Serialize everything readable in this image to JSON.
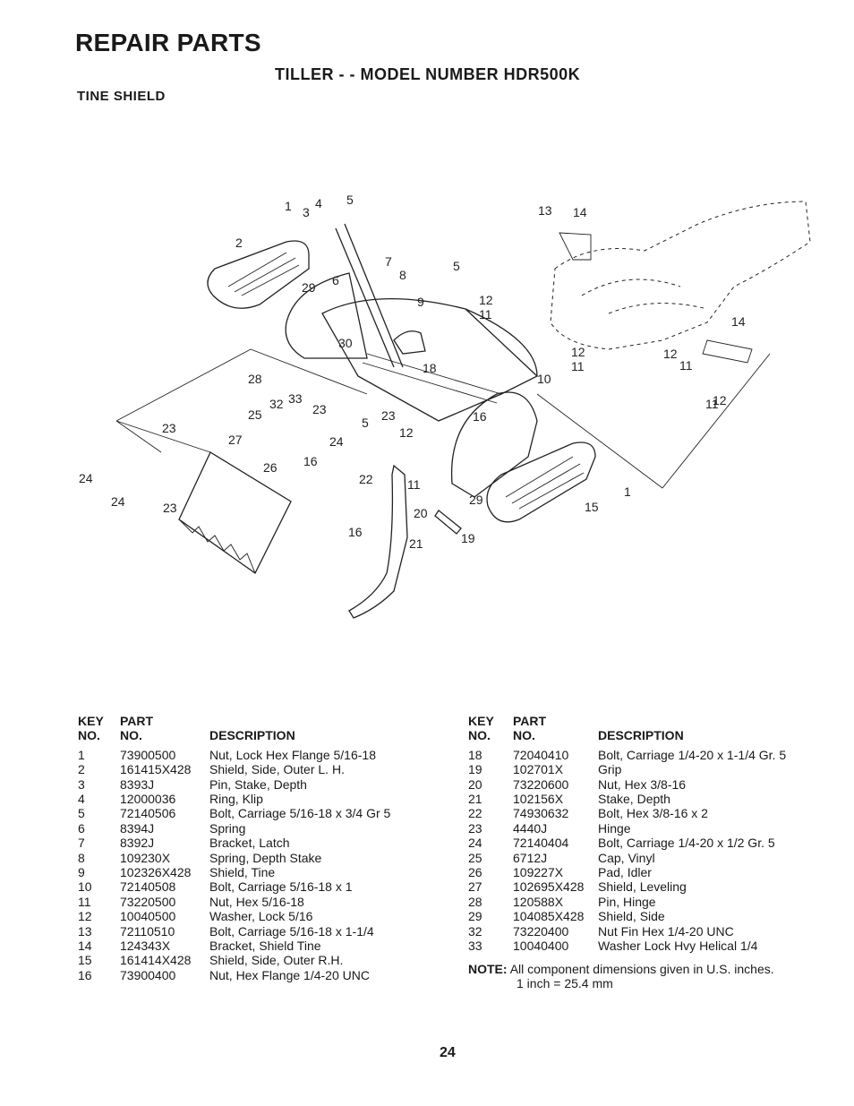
{
  "header": {
    "title": "REPAIR PARTS",
    "subtitle": "TILLER - - MODEL NUMBER HDR500K",
    "section": "TINE SHIELD"
  },
  "diagram": {
    "callouts": [
      "1",
      "2",
      "3",
      "4",
      "5",
      "6",
      "7",
      "8",
      "29",
      "5",
      "9",
      "13",
      "14",
      "12",
      "11",
      "14",
      "30",
      "18",
      "12",
      "11",
      "10",
      "12",
      "11",
      "28",
      "32",
      "33",
      "25",
      "23",
      "5",
      "23",
      "12",
      "16",
      "1",
      "11",
      "12",
      "27",
      "24",
      "23",
      "26",
      "16",
      "22",
      "11",
      "29",
      "15",
      "24",
      "24",
      "23",
      "20",
      "16",
      "21",
      "19"
    ]
  },
  "table_headers": {
    "key_line1": "KEY",
    "key_line2": "NO.",
    "part_line1": "PART",
    "part_line2": "NO.",
    "desc": "DESCRIPTION"
  },
  "parts_left": [
    {
      "key": "1",
      "part": "73900500",
      "desc": "Nut, Lock Hex Flange 5/16-18"
    },
    {
      "key": "2",
      "part": "161415X428",
      "desc": "Shield, Side, Outer L. H."
    },
    {
      "key": "3",
      "part": "8393J",
      "desc": "Pin, Stake, Depth"
    },
    {
      "key": "4",
      "part": "12000036",
      "desc": "Ring, Klip"
    },
    {
      "key": "5",
      "part": "72140506",
      "desc": "Bolt, Carriage 5/16-18 x 3/4 Gr 5"
    },
    {
      "key": "6",
      "part": "8394J",
      "desc": "Spring"
    },
    {
      "key": "7",
      "part": "8392J",
      "desc": "Bracket, Latch"
    },
    {
      "key": "8",
      "part": "109230X",
      "desc": "Spring, Depth Stake"
    },
    {
      "key": "9",
      "part": "102326X428",
      "desc": "Shield, Tine"
    },
    {
      "key": "10",
      "part": "72140508",
      "desc": "Bolt, Carriage 5/16-18 x 1"
    },
    {
      "key": "11",
      "part": "73220500",
      "desc": "Nut, Hex 5/16-18"
    },
    {
      "key": "12",
      "part": "10040500",
      "desc": "Washer, Lock 5/16"
    },
    {
      "key": "13",
      "part": "72110510",
      "desc": "Bolt, Carriage 5/16-18 x 1-1/4"
    },
    {
      "key": "14",
      "part": "124343X",
      "desc": "Bracket, Shield Tine"
    },
    {
      "key": "15",
      "part": "161414X428",
      "desc": "Shield, Side, Outer R.H."
    },
    {
      "key": "16",
      "part": "73900400",
      "desc": "Nut, Hex Flange 1/4-20 UNC"
    }
  ],
  "parts_right": [
    {
      "key": "18",
      "part": "72040410",
      "desc": "Bolt, Carriage 1/4-20 x 1-1/4 Gr. 5"
    },
    {
      "key": "19",
      "part": "102701X",
      "desc": "Grip"
    },
    {
      "key": "20",
      "part": "73220600",
      "desc": "Nut, Hex 3/8-16"
    },
    {
      "key": "21",
      "part": "102156X",
      "desc": "Stake, Depth"
    },
    {
      "key": "22",
      "part": "74930632",
      "desc": "Bolt, Hex 3/8-16 x 2"
    },
    {
      "key": "23",
      "part": "4440J",
      "desc": "Hinge"
    },
    {
      "key": "24",
      "part": "72140404",
      "desc": "Bolt, Carriage 1/4-20 x 1/2 Gr. 5"
    },
    {
      "key": "25",
      "part": "6712J",
      "desc": "Cap, Vinyl"
    },
    {
      "key": "26",
      "part": "109227X",
      "desc": "Pad, Idler"
    },
    {
      "key": "27",
      "part": "102695X428",
      "desc": "Shield, Leveling"
    },
    {
      "key": "28",
      "part": "120588X",
      "desc": "Pin, Hinge"
    },
    {
      "key": "29",
      "part": "104085X428",
      "desc": "Shield, Side"
    },
    {
      "key": "32",
      "part": "73220400",
      "desc": "Nut Fin Hex 1/4-20 UNC"
    },
    {
      "key": "33",
      "part": "10040400",
      "desc": "Washer Lock Hvy Helical 1/4"
    }
  ],
  "note": {
    "label": "NOTE:",
    "text": "All component dimensions given in U.S. inches.",
    "line2": "1 inch = 25.4 mm"
  },
  "page_number": "24"
}
